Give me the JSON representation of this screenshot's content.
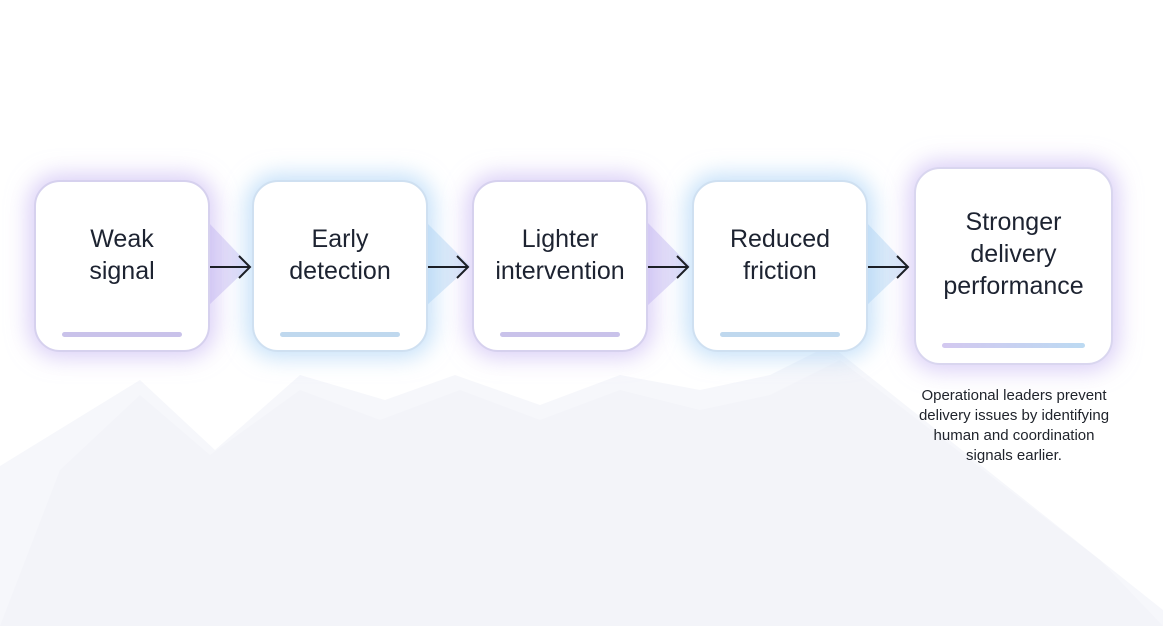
{
  "steps": [
    {
      "label_line1": "Weak",
      "label_line2": "signal",
      "glow": "violet"
    },
    {
      "label_line1": "Early",
      "label_line2": "detection",
      "glow": "blue"
    },
    {
      "label_line1": "Lighter",
      "label_line2": "intervention",
      "glow": "violet"
    },
    {
      "label_line1": "Reduced",
      "label_line2": "friction",
      "glow": "blue"
    }
  ],
  "final_step": {
    "label_line1": "Stronger",
    "label_line2": "delivery",
    "label_line3": "performance"
  },
  "caption": {
    "line1": "Operational leaders prevent",
    "line2": "delivery issues by identifying",
    "line3": "human and coordination",
    "line4": "signals earlier."
  },
  "colors": {
    "violet_glow": "#beaaf0",
    "blue_glow": "#a0cdf5",
    "arrow": "#1c1f26",
    "background_shape": "#f6f7fb"
  }
}
